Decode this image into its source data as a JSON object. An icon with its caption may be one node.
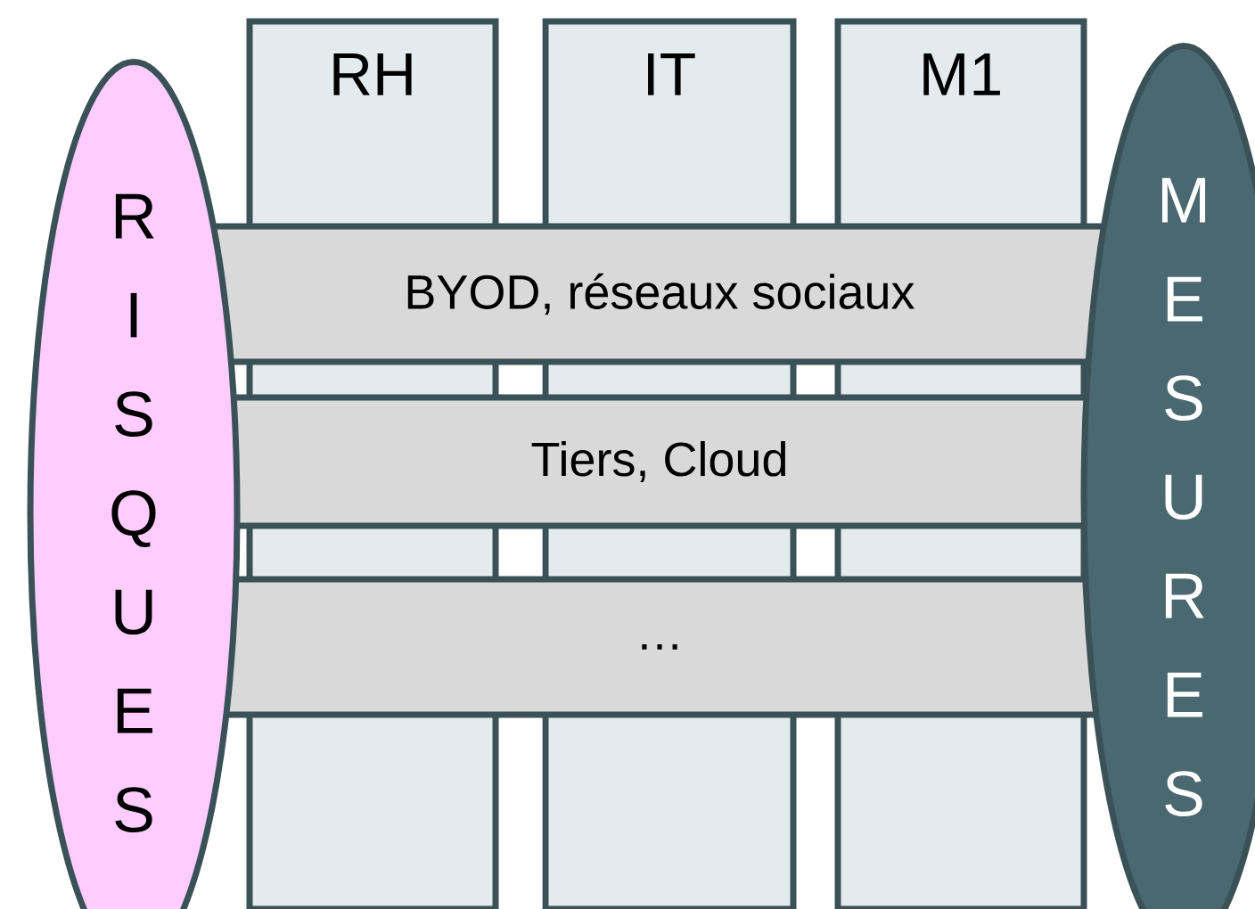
{
  "diagram": {
    "nodes": [
      {
        "text": [
          "RISQUES"
        ]
      },
      {
        "text": [
          "RH"
        ]
      },
      {
        "text": [
          "IT"
        ]
      },
      {
        "text": [
          "M1"
        ]
      },
      {
        "text": [
          "BYOD, réseaux sociaux"
        ]
      },
      {
        "text": [
          "Tiers, Cloud"
        ]
      },
      {
        "text": [
          "…"
        ]
      },
      {
        "text": [
          "MESURES"
        ]
      }
    ]
  }
}
